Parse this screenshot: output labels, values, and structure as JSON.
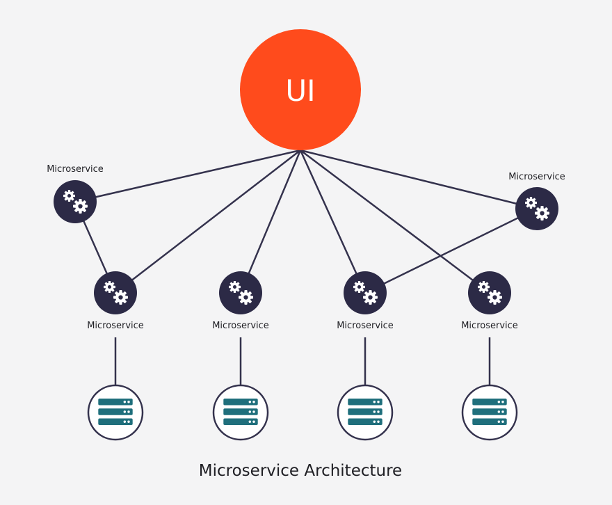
{
  "ui_node": {
    "label": "UI",
    "color": "#ff4b1c"
  },
  "microservices": [
    {
      "label": "Microservice"
    },
    {
      "label": "Microservice"
    },
    {
      "label": "Microservice"
    },
    {
      "label": "Microservice"
    },
    {
      "label": "Microservice"
    },
    {
      "label": "Microservice"
    }
  ],
  "databases": [
    {
      "icon": "server-icon"
    },
    {
      "icon": "server-icon"
    },
    {
      "icon": "server-icon"
    },
    {
      "icon": "server-icon"
    }
  ],
  "caption": "Microservice Architecture",
  "colors": {
    "background": "#f4f4f5",
    "node_dark": "#2c2a46",
    "line": "#34324d",
    "server_teal": "#1f6f7c"
  }
}
